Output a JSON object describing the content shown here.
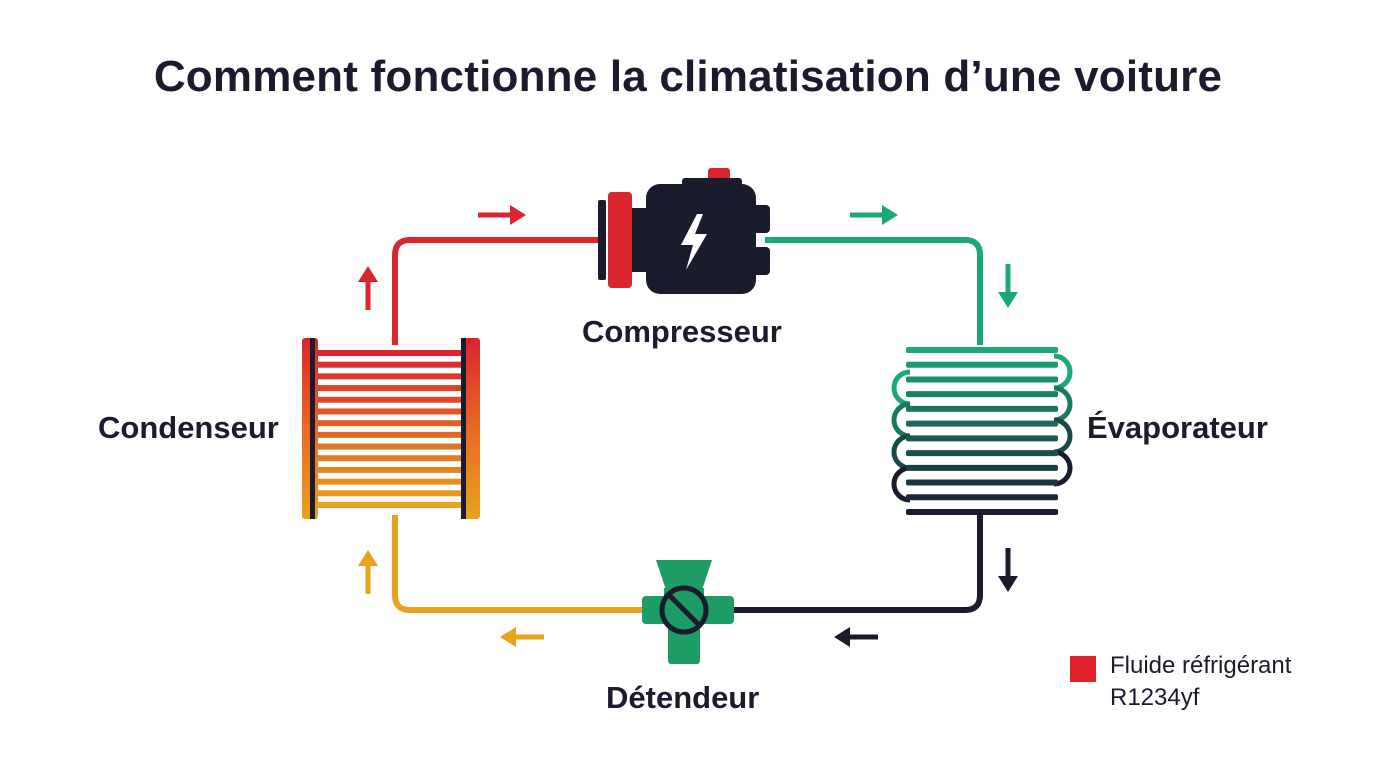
{
  "title": "Comment fonctionne la climatisation d’une voiture",
  "components": {
    "compressor": "Compresseur",
    "condenser": "Condenseur",
    "evaporator": "Évaporateur",
    "expansion_valve": "Détendeur"
  },
  "legend": {
    "line1": "Fluide réfrigérant",
    "line2": "R1234yf",
    "color": "#e0202a"
  },
  "colors": {
    "hot": "#d9252e",
    "warm": "#e8a21e",
    "cold": "#1aa77a",
    "dark": "#1a1c2e",
    "valve": "#1e9c65"
  },
  "icons": {
    "compressor": "lightning-bolt-compressor-icon",
    "valve": "expansion-valve-gauge-icon"
  }
}
